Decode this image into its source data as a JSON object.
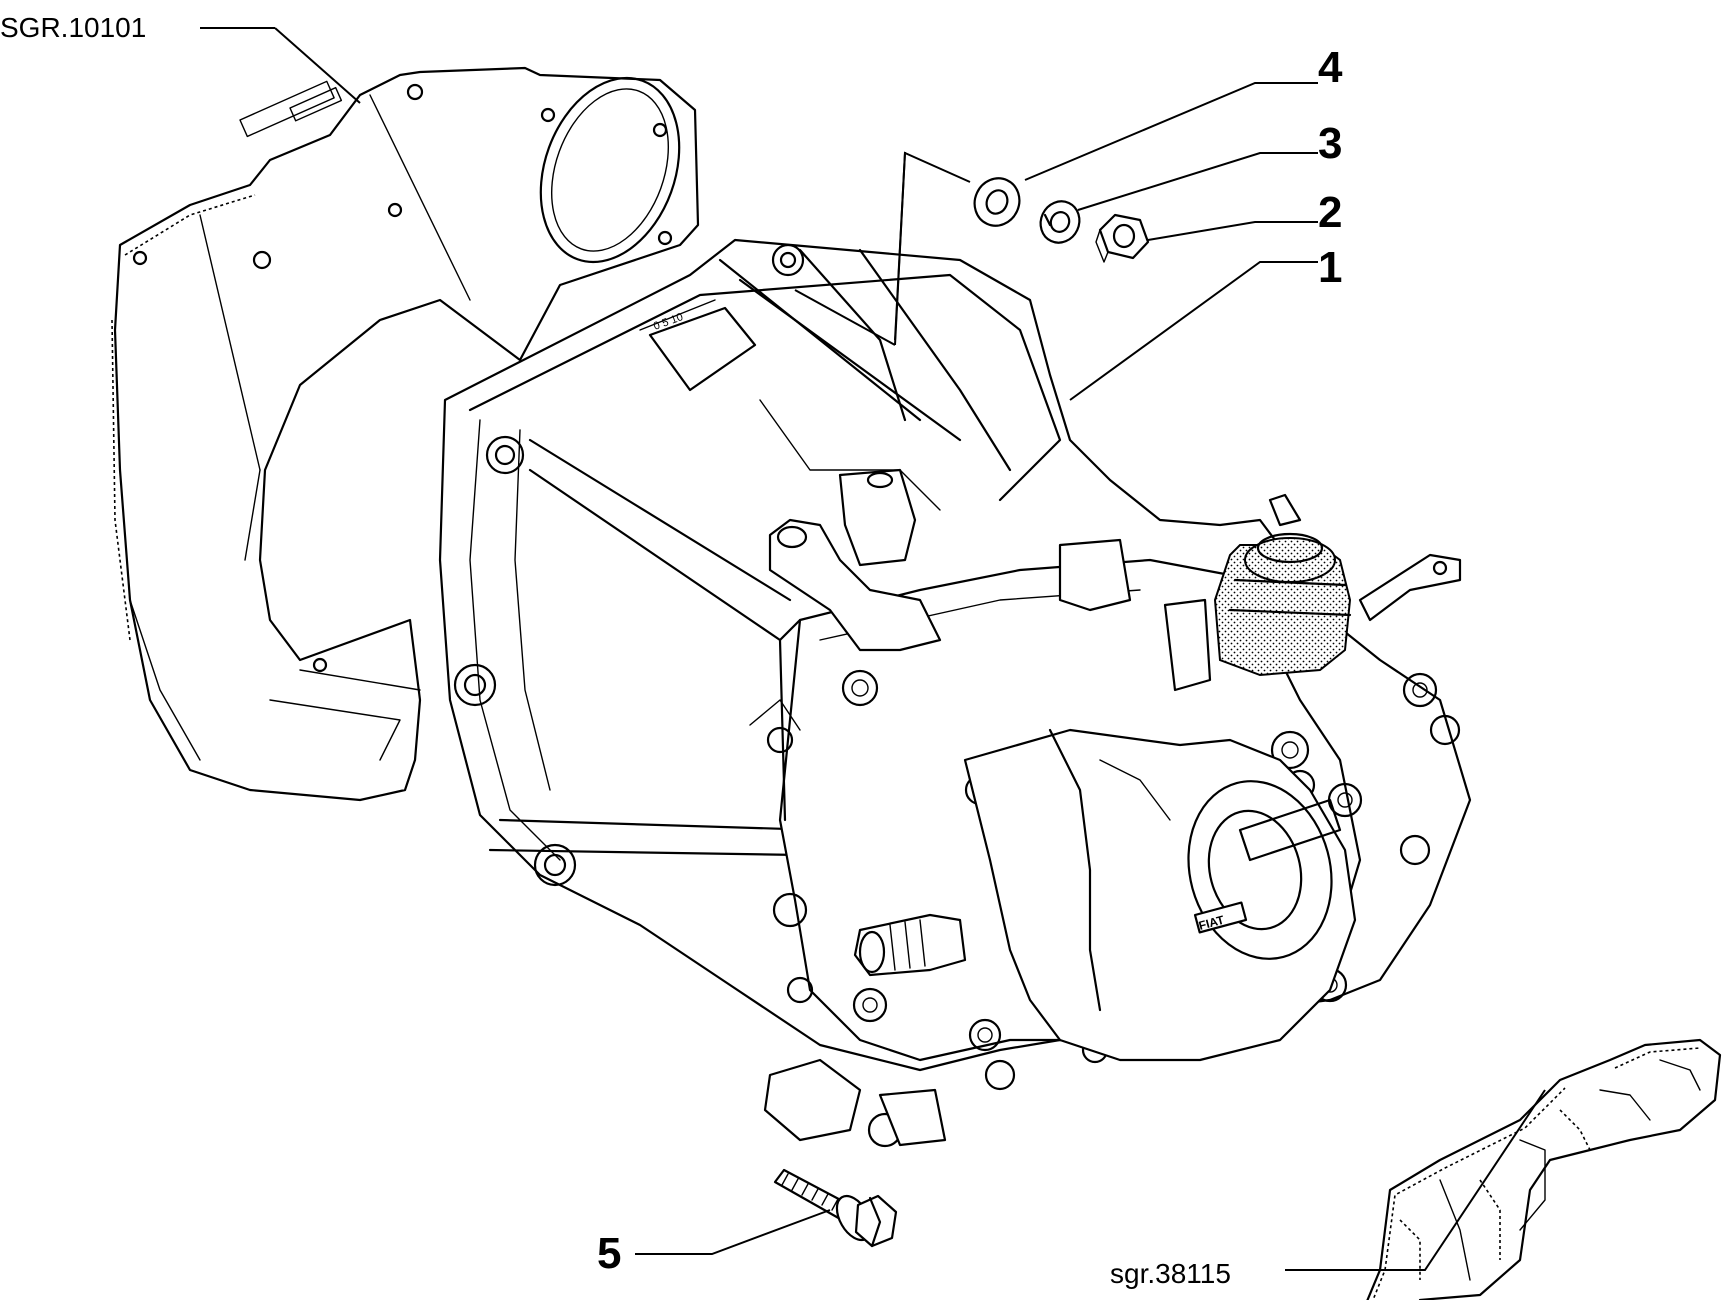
{
  "references": {
    "upper_left": "SGR.10101",
    "lower_right": "sgr.38115"
  },
  "callouts": [
    {
      "id": "callout-1",
      "label": "1"
    },
    {
      "id": "callout-2",
      "label": "2"
    },
    {
      "id": "callout-3",
      "label": "3"
    },
    {
      "id": "callout-4",
      "label": "4"
    },
    {
      "id": "callout-5",
      "label": "5"
    }
  ],
  "housing_marks": {
    "scale_text": "0 5 10",
    "brand_plate": "FIAT"
  }
}
